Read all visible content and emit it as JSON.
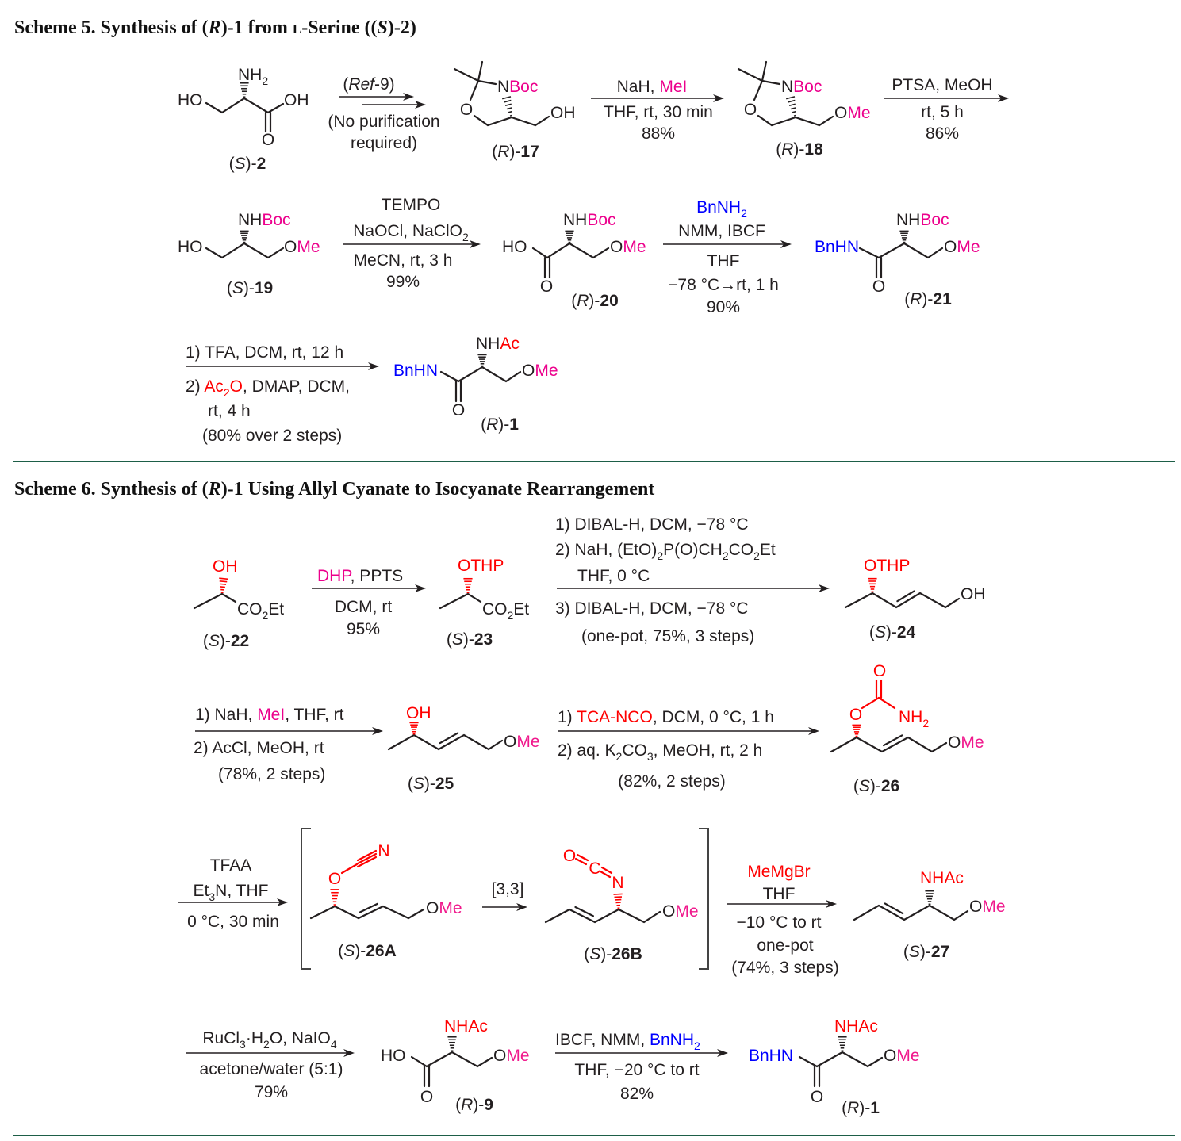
{
  "colors": {
    "magenta": "#ec008c",
    "pink": "#f0188c",
    "red": "#ff0000",
    "blue": "#0000ff",
    "divider": "#1d5e47"
  },
  "scheme5": {
    "texts": {
      "title": [
        [
          "Scheme 5. Synthesis of (",
          ""
        ],
        [
          "R",
          "i"
        ],
        [
          ")-1 from ",
          ""
        ],
        [
          "L",
          "c"
        ],
        [
          "-Serine ((",
          ""
        ],
        [
          "S",
          "i"
        ],
        [
          ")-2)",
          ""
        ]
      ],
      "s2_ho": "HO",
      "s2_nh2": [
        [
          "NH",
          ""
        ],
        [
          "2",
          "s"
        ]
      ],
      "s2_oh": "OH",
      "s2_o": "O",
      "lbl_2": [
        [
          "(",
          ""
        ],
        [
          "S",
          "i"
        ],
        [
          ")-",
          ""
        ],
        [
          "2",
          "B"
        ]
      ],
      "ref9": [
        [
          "(",
          ""
        ],
        [
          "Ref",
          "i"
        ],
        [
          "-9)",
          ""
        ]
      ],
      "nopur1": "(No purification",
      "nopur2": "required)",
      "s17_nboc": [
        [
          "N",
          ""
        ],
        [
          "Boc",
          "m"
        ]
      ],
      "s17_o": "O",
      "s17_oh": "OH",
      "lbl_17": [
        [
          "(",
          ""
        ],
        [
          "R",
          "i"
        ],
        [
          ")-",
          ""
        ],
        [
          "17",
          "B"
        ]
      ],
      "r2a": [
        [
          "NaH, ",
          ""
        ],
        [
          "MeI",
          "m"
        ]
      ],
      "r2b": "THF, rt, 30 min",
      "r2c": "88%",
      "s18_nboc": [
        [
          "N",
          ""
        ],
        [
          "Boc",
          "m"
        ]
      ],
      "s18_o": "O",
      "s18_ome": [
        [
          "O",
          ""
        ],
        [
          "Me",
          "m"
        ]
      ],
      "lbl_18": [
        [
          "(",
          ""
        ],
        [
          "R",
          "i"
        ],
        [
          ")-",
          ""
        ],
        [
          "18",
          "B"
        ]
      ],
      "r3a": "PTSA, MeOH",
      "r3b": "rt, 5 h",
      "r3c": "86%",
      "s19_ho": "HO",
      "s19_nhboc": [
        [
          "NH",
          ""
        ],
        [
          "Boc",
          "m"
        ]
      ],
      "s19_ome": [
        [
          "O",
          ""
        ],
        [
          "Me",
          "m"
        ]
      ],
      "lbl_19": [
        [
          "(",
          ""
        ],
        [
          "S",
          "i"
        ],
        [
          ")-",
          ""
        ],
        [
          "19",
          "B"
        ]
      ],
      "r4a": "TEMPO",
      "r4b": [
        [
          "NaOCl, NaClO",
          ""
        ],
        [
          "2",
          "s"
        ]
      ],
      "r4c": "MeCN, rt, 3 h",
      "r4d": "99%",
      "s20_ho": "HO",
      "s20_nhboc": [
        [
          "NH",
          ""
        ],
        [
          "Boc",
          "m"
        ]
      ],
      "s20_ome": [
        [
          "O",
          ""
        ],
        [
          "Me",
          "m"
        ]
      ],
      "s20_o": "O",
      "lbl_20": [
        [
          "(",
          ""
        ],
        [
          "R",
          "i"
        ],
        [
          ")-",
          ""
        ],
        [
          "20",
          "B"
        ]
      ],
      "r5a": [
        [
          "BnNH",
          "u"
        ],
        [
          "2",
          "us"
        ]
      ],
      "r5b": "NMM, IBCF",
      "r5c": "THF",
      "r5d": "−78 °C→rt, 1 h",
      "r5e": "90%",
      "s21_bnhn": [
        [
          "BnHN",
          "u"
        ]
      ],
      "s21_nhboc": [
        [
          "NH",
          ""
        ],
        [
          "Boc",
          "m"
        ]
      ],
      "s21_ome": [
        [
          "O",
          ""
        ],
        [
          "Me",
          "m"
        ]
      ],
      "s21_o": "O",
      "lbl_21": [
        [
          "(",
          ""
        ],
        [
          "R",
          "i"
        ],
        [
          ")-",
          ""
        ],
        [
          "21",
          "B"
        ]
      ],
      "r6a": "1) TFA, DCM, rt, 12 h",
      "r6b": [
        [
          "2) ",
          ""
        ],
        [
          "Ac",
          "r"
        ],
        [
          "2",
          "rs"
        ],
        [
          "O",
          "r"
        ],
        [
          ", DMAP, DCM,",
          ""
        ]
      ],
      "r6c": "rt, 4 h",
      "r6d": "(80% over 2 steps)",
      "s1_bnhn": [
        [
          "BnHN",
          "u"
        ]
      ],
      "s1_nhac": [
        [
          "NH",
          ""
        ],
        [
          "Ac",
          "r"
        ]
      ],
      "s1_ome": [
        [
          "O",
          ""
        ],
        [
          "Me",
          "m"
        ]
      ],
      "s1_o": "O",
      "lbl_1": [
        [
          "(",
          ""
        ],
        [
          "R",
          "i"
        ],
        [
          ")-",
          ""
        ],
        [
          "1",
          "B"
        ]
      ]
    }
  },
  "scheme6": {
    "texts": {
      "title": [
        [
          "Scheme 6. Synthesis of (",
          ""
        ],
        [
          "R",
          "i"
        ],
        [
          ")-1 Using Allyl Cyanate to Isocyanate Rearrangement",
          ""
        ]
      ],
      "s22_oh": [
        [
          "OH",
          "r"
        ]
      ],
      "s22_co2et": [
        [
          "CO",
          ""
        ],
        [
          "2",
          "s"
        ],
        [
          "Et",
          ""
        ]
      ],
      "lbl_22": [
        [
          "(",
          ""
        ],
        [
          "S",
          "i"
        ],
        [
          ")-",
          ""
        ],
        [
          "22",
          "B"
        ]
      ],
      "r1a": [
        [
          "DHP",
          "m"
        ],
        [
          ", PPTS",
          ""
        ]
      ],
      "r1b": "DCM, rt",
      "r1c": "95%",
      "s23_othp": [
        [
          "OTHP",
          "r"
        ]
      ],
      "s23_co2et": [
        [
          "CO",
          ""
        ],
        [
          "2",
          "s"
        ],
        [
          "Et",
          ""
        ]
      ],
      "lbl_23": [
        [
          "(",
          ""
        ],
        [
          "S",
          "i"
        ],
        [
          ")-",
          ""
        ],
        [
          "23",
          "B"
        ]
      ],
      "r2a": "1) DIBAL-H, DCM, −78 °C",
      "r2b": [
        [
          "2) NaH, (EtO)",
          ""
        ],
        [
          "2",
          "s"
        ],
        [
          "P(O)CH",
          ""
        ],
        [
          "2",
          "s"
        ],
        [
          "CO",
          ""
        ],
        [
          "2",
          "s"
        ],
        [
          "Et",
          ""
        ]
      ],
      "r2c": "THF, 0 °C",
      "r2d": "3) DIBAL-H, DCM, −78 °C",
      "r2e": "(one-pot, 75%, 3 steps)",
      "s24_othp": [
        [
          "OTHP",
          "r"
        ]
      ],
      "s24_oh": "OH",
      "lbl_24": [
        [
          "(",
          ""
        ],
        [
          "S",
          "i"
        ],
        [
          ")-",
          ""
        ],
        [
          "24",
          "B"
        ]
      ],
      "r3a": [
        [
          "1) NaH, ",
          ""
        ],
        [
          "MeI",
          "m"
        ],
        [
          ", THF, rt",
          ""
        ]
      ],
      "r3b": "2) AcCl, MeOH, rt",
      "r3c": "(78%, 2 steps)",
      "s25_oh": [
        [
          "OH",
          "r"
        ]
      ],
      "s25_ome": [
        [
          "O",
          ""
        ],
        [
          "Me",
          "p"
        ]
      ],
      "lbl_25": [
        [
          "(",
          ""
        ],
        [
          "S",
          "i"
        ],
        [
          ")-",
          ""
        ],
        [
          "25",
          "B"
        ]
      ],
      "r4a": [
        [
          "1) ",
          ""
        ],
        [
          "TCA-NCO",
          "r"
        ],
        [
          ", DCM, 0 °C, 1 h",
          ""
        ]
      ],
      "r4b": [
        [
          "2) aq. K",
          ""
        ],
        [
          "2",
          "s"
        ],
        [
          "CO",
          ""
        ],
        [
          "3",
          "s"
        ],
        [
          ", MeOH, rt, 2 h",
          ""
        ]
      ],
      "r4c": "(82%, 2 steps)",
      "s26_o": [
        [
          "O",
          "r"
        ]
      ],
      "s26_oc": [
        [
          "O",
          "r"
        ]
      ],
      "s26_nh2": [
        [
          "NH",
          "r"
        ],
        [
          "2",
          "rs"
        ]
      ],
      "s26_ome": [
        [
          "O",
          ""
        ],
        [
          "Me",
          "p"
        ]
      ],
      "lbl_26": [
        [
          "(",
          ""
        ],
        [
          "S",
          "i"
        ],
        [
          ")-",
          ""
        ],
        [
          "26",
          "B"
        ]
      ],
      "r5a": "TFAA",
      "r5b": [
        [
          "Et",
          ""
        ],
        [
          "3",
          "s"
        ],
        [
          "N, THF",
          ""
        ]
      ],
      "r5c": "0 °C, 30 min",
      "s26a_o": [
        [
          "O",
          "r"
        ]
      ],
      "s26a_n": [
        [
          "N",
          "r"
        ]
      ],
      "s26a_ome": [
        [
          "O",
          ""
        ],
        [
          "Me",
          "p"
        ]
      ],
      "lbl_26a": [
        [
          "(",
          ""
        ],
        [
          "S",
          "i"
        ],
        [
          ")-",
          ""
        ],
        [
          "26A",
          "B"
        ]
      ],
      "r6": "[3,3]",
      "s26b_o": [
        [
          "O",
          "r"
        ]
      ],
      "s26b_c": [
        [
          "C",
          "r"
        ]
      ],
      "s26b_n": [
        [
          "N",
          "r"
        ]
      ],
      "s26b_ome": [
        [
          "O",
          ""
        ],
        [
          "Me",
          "p"
        ]
      ],
      "lbl_26b": [
        [
          "(",
          ""
        ],
        [
          "S",
          "i"
        ],
        [
          ")-",
          ""
        ],
        [
          "26B",
          "B"
        ]
      ],
      "r7a": [
        [
          "MeMgBr",
          "r"
        ]
      ],
      "r7b": "THF",
      "r7c": "−10 °C to rt",
      "r7d": "one-pot",
      "r7e": "(74%, 3 steps)",
      "s27_nhac": [
        [
          "NHAc",
          "r"
        ]
      ],
      "s27_ome": [
        [
          "O",
          ""
        ],
        [
          "Me",
          "p"
        ]
      ],
      "lbl_27": [
        [
          "(",
          ""
        ],
        [
          "S",
          "i"
        ],
        [
          ")-",
          ""
        ],
        [
          "27",
          "B"
        ]
      ],
      "r8a": [
        [
          "RuCl",
          ""
        ],
        [
          "3",
          "s"
        ],
        [
          "·H",
          ""
        ],
        [
          "2",
          "s"
        ],
        [
          "O, NaIO",
          ""
        ],
        [
          "4",
          "s"
        ]
      ],
      "r8b": "acetone/water (5:1)",
      "r8c": "79%",
      "s9_ho": "HO",
      "s9_nhac": [
        [
          "NHAc",
          "r"
        ]
      ],
      "s9_ome": [
        [
          "O",
          ""
        ],
        [
          "Me",
          "p"
        ]
      ],
      "s9_o": "O",
      "lbl_9": [
        [
          "(",
          ""
        ],
        [
          "R",
          "i"
        ],
        [
          ")-",
          ""
        ],
        [
          "9",
          "B"
        ]
      ],
      "r9a": [
        [
          "IBCF, NMM, ",
          ""
        ],
        [
          "BnNH",
          "u"
        ],
        [
          "2",
          "us"
        ]
      ],
      "r9b": "THF, −20 °C to rt",
      "r9c": "82%",
      "s1_bnhn": [
        [
          "BnHN",
          "u"
        ]
      ],
      "s1_nhac": [
        [
          "NHAc",
          "r"
        ]
      ],
      "s1_ome": [
        [
          "O",
          ""
        ],
        [
          "Me",
          "p"
        ]
      ],
      "s1_o": "O",
      "lbl_1": [
        [
          "(",
          ""
        ],
        [
          "R",
          "i"
        ],
        [
          ")-",
          ""
        ],
        [
          "1",
          "B"
        ]
      ]
    }
  }
}
